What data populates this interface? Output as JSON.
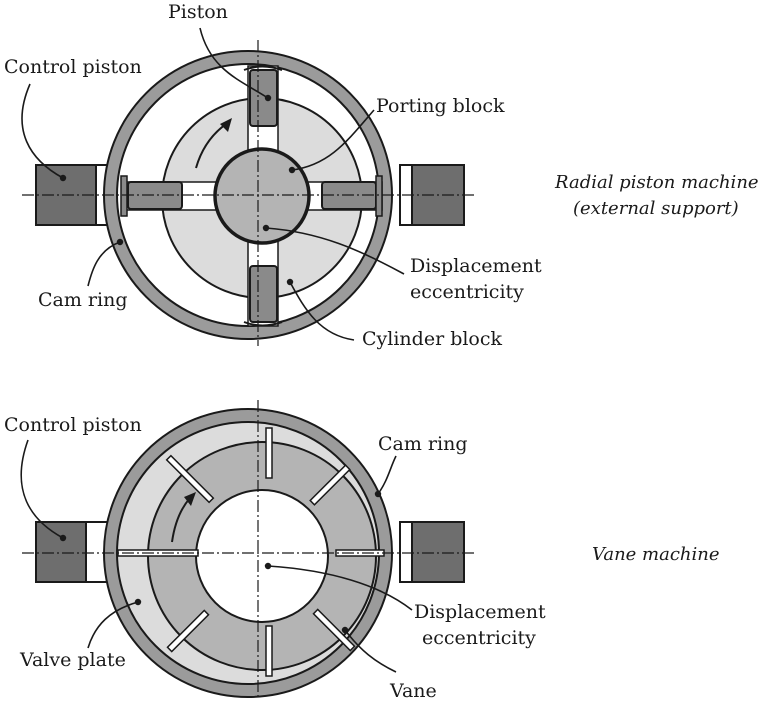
{
  "piston_machine": {
    "labels": {
      "piston": "Piston",
      "control_piston": "Control piston",
      "porting_block": "Porting block",
      "displacement_1": "Displacement",
      "displacement_2": "eccentricity",
      "cam_ring": "Cam ring",
      "cylinder_block": "Cylinder block"
    },
    "caption_1": "Radial piston machine",
    "caption_2": "(external support)"
  },
  "vane_machine": {
    "labels": {
      "control_piston": "Control piston",
      "cam_ring": "Cam ring",
      "displacement_1": "Displacement",
      "displacement_2": "eccentricity",
      "valve_plate": "Valve plate",
      "vane": "Vane"
    },
    "caption": "Vane machine"
  },
  "colors": {
    "outline": "#1a1a1a",
    "ring_fill": "#9b9b9b",
    "control_piston_fill": "#6e6e6e",
    "light_fill": "#dcdcdc",
    "medium_fill": "#b4b4b4",
    "piston_fill": "#8a8a8a",
    "white": "#ffffff"
  }
}
